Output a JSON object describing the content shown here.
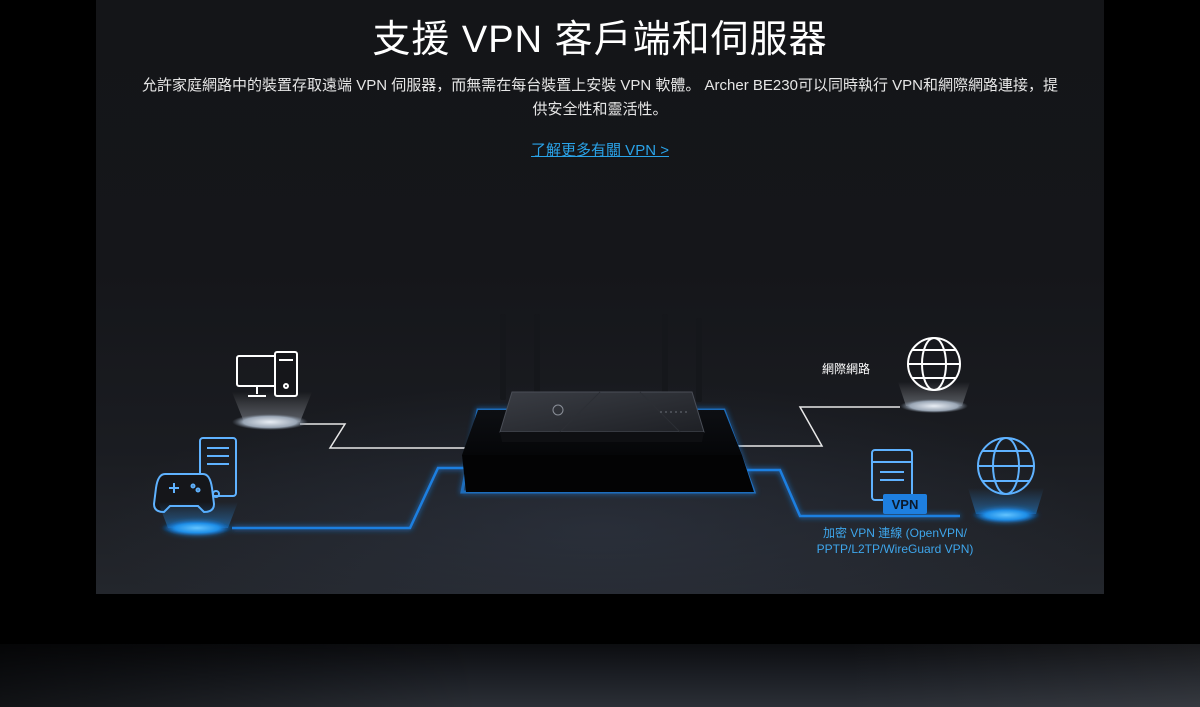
{
  "section": {
    "title": "支援 VPN 客戶端和伺服器",
    "description": "允許家庭網路中的裝置存取遠端 VPN 伺服器，而無需在每台裝置上安裝 VPN 軟體。 Archer BE230可以同時執行 VPN和網際網路連接，提供安全性和靈活性。",
    "learn_more_label": "了解更多有關 VPN >"
  },
  "diagram": {
    "internet_label": "網際網路",
    "vpn_badge": "VPN",
    "vpn_connection_line1": "加密 VPN 連線 (OpenVPN/",
    "vpn_connection_line2": "PPTP/L2TP/WireGuard VPN)"
  },
  "colors": {
    "accent_blue": "#2aa3e8",
    "line_blue": "#1e7fe0",
    "line_white": "#e8e8e8"
  }
}
